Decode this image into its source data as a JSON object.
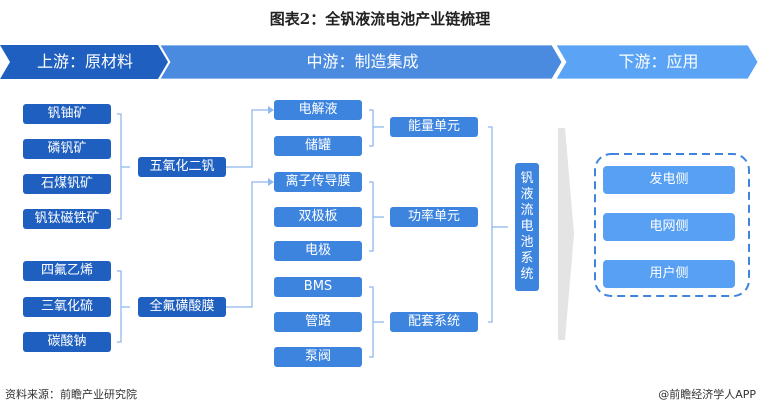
{
  "title": "图表2：全钒液流电池产业链梳理",
  "stages": {
    "upstream": "上游：原材料",
    "midstream": "中游：制造集成",
    "downstream": "下游：应用"
  },
  "upstream": {
    "raw_materials_group1": [
      "钒铀矿",
      "磷钒矿",
      "石煤钒矿",
      "钒钛磁铁矿"
    ],
    "product1": "五氧化二钒",
    "raw_materials_group2": [
      "四氟乙烯",
      "三氧化硫",
      "碳酸钠"
    ],
    "product2": "全氟磺酸膜"
  },
  "midstream": {
    "components": [
      "电解液",
      "储罐",
      "离子传导膜",
      "双极板",
      "电极",
      "BMS",
      "管路",
      "泵阀"
    ],
    "units": [
      "能量单元",
      "功率单元",
      "配套系统"
    ],
    "system_chars": [
      "钒",
      "液",
      "流",
      "电",
      "池",
      "系",
      "统"
    ]
  },
  "downstream": {
    "applications": [
      "发电侧",
      "电网侧",
      "用户侧"
    ]
  },
  "footer": {
    "source": "资料来源：前瞻产业研究院",
    "credit": "@前瞻经济学人APP"
  },
  "colors": {
    "stage1": "#1f5fbf",
    "stage2": "#4a8be0",
    "stage3": "#5aa3f5",
    "line": "#8fb8ee"
  }
}
